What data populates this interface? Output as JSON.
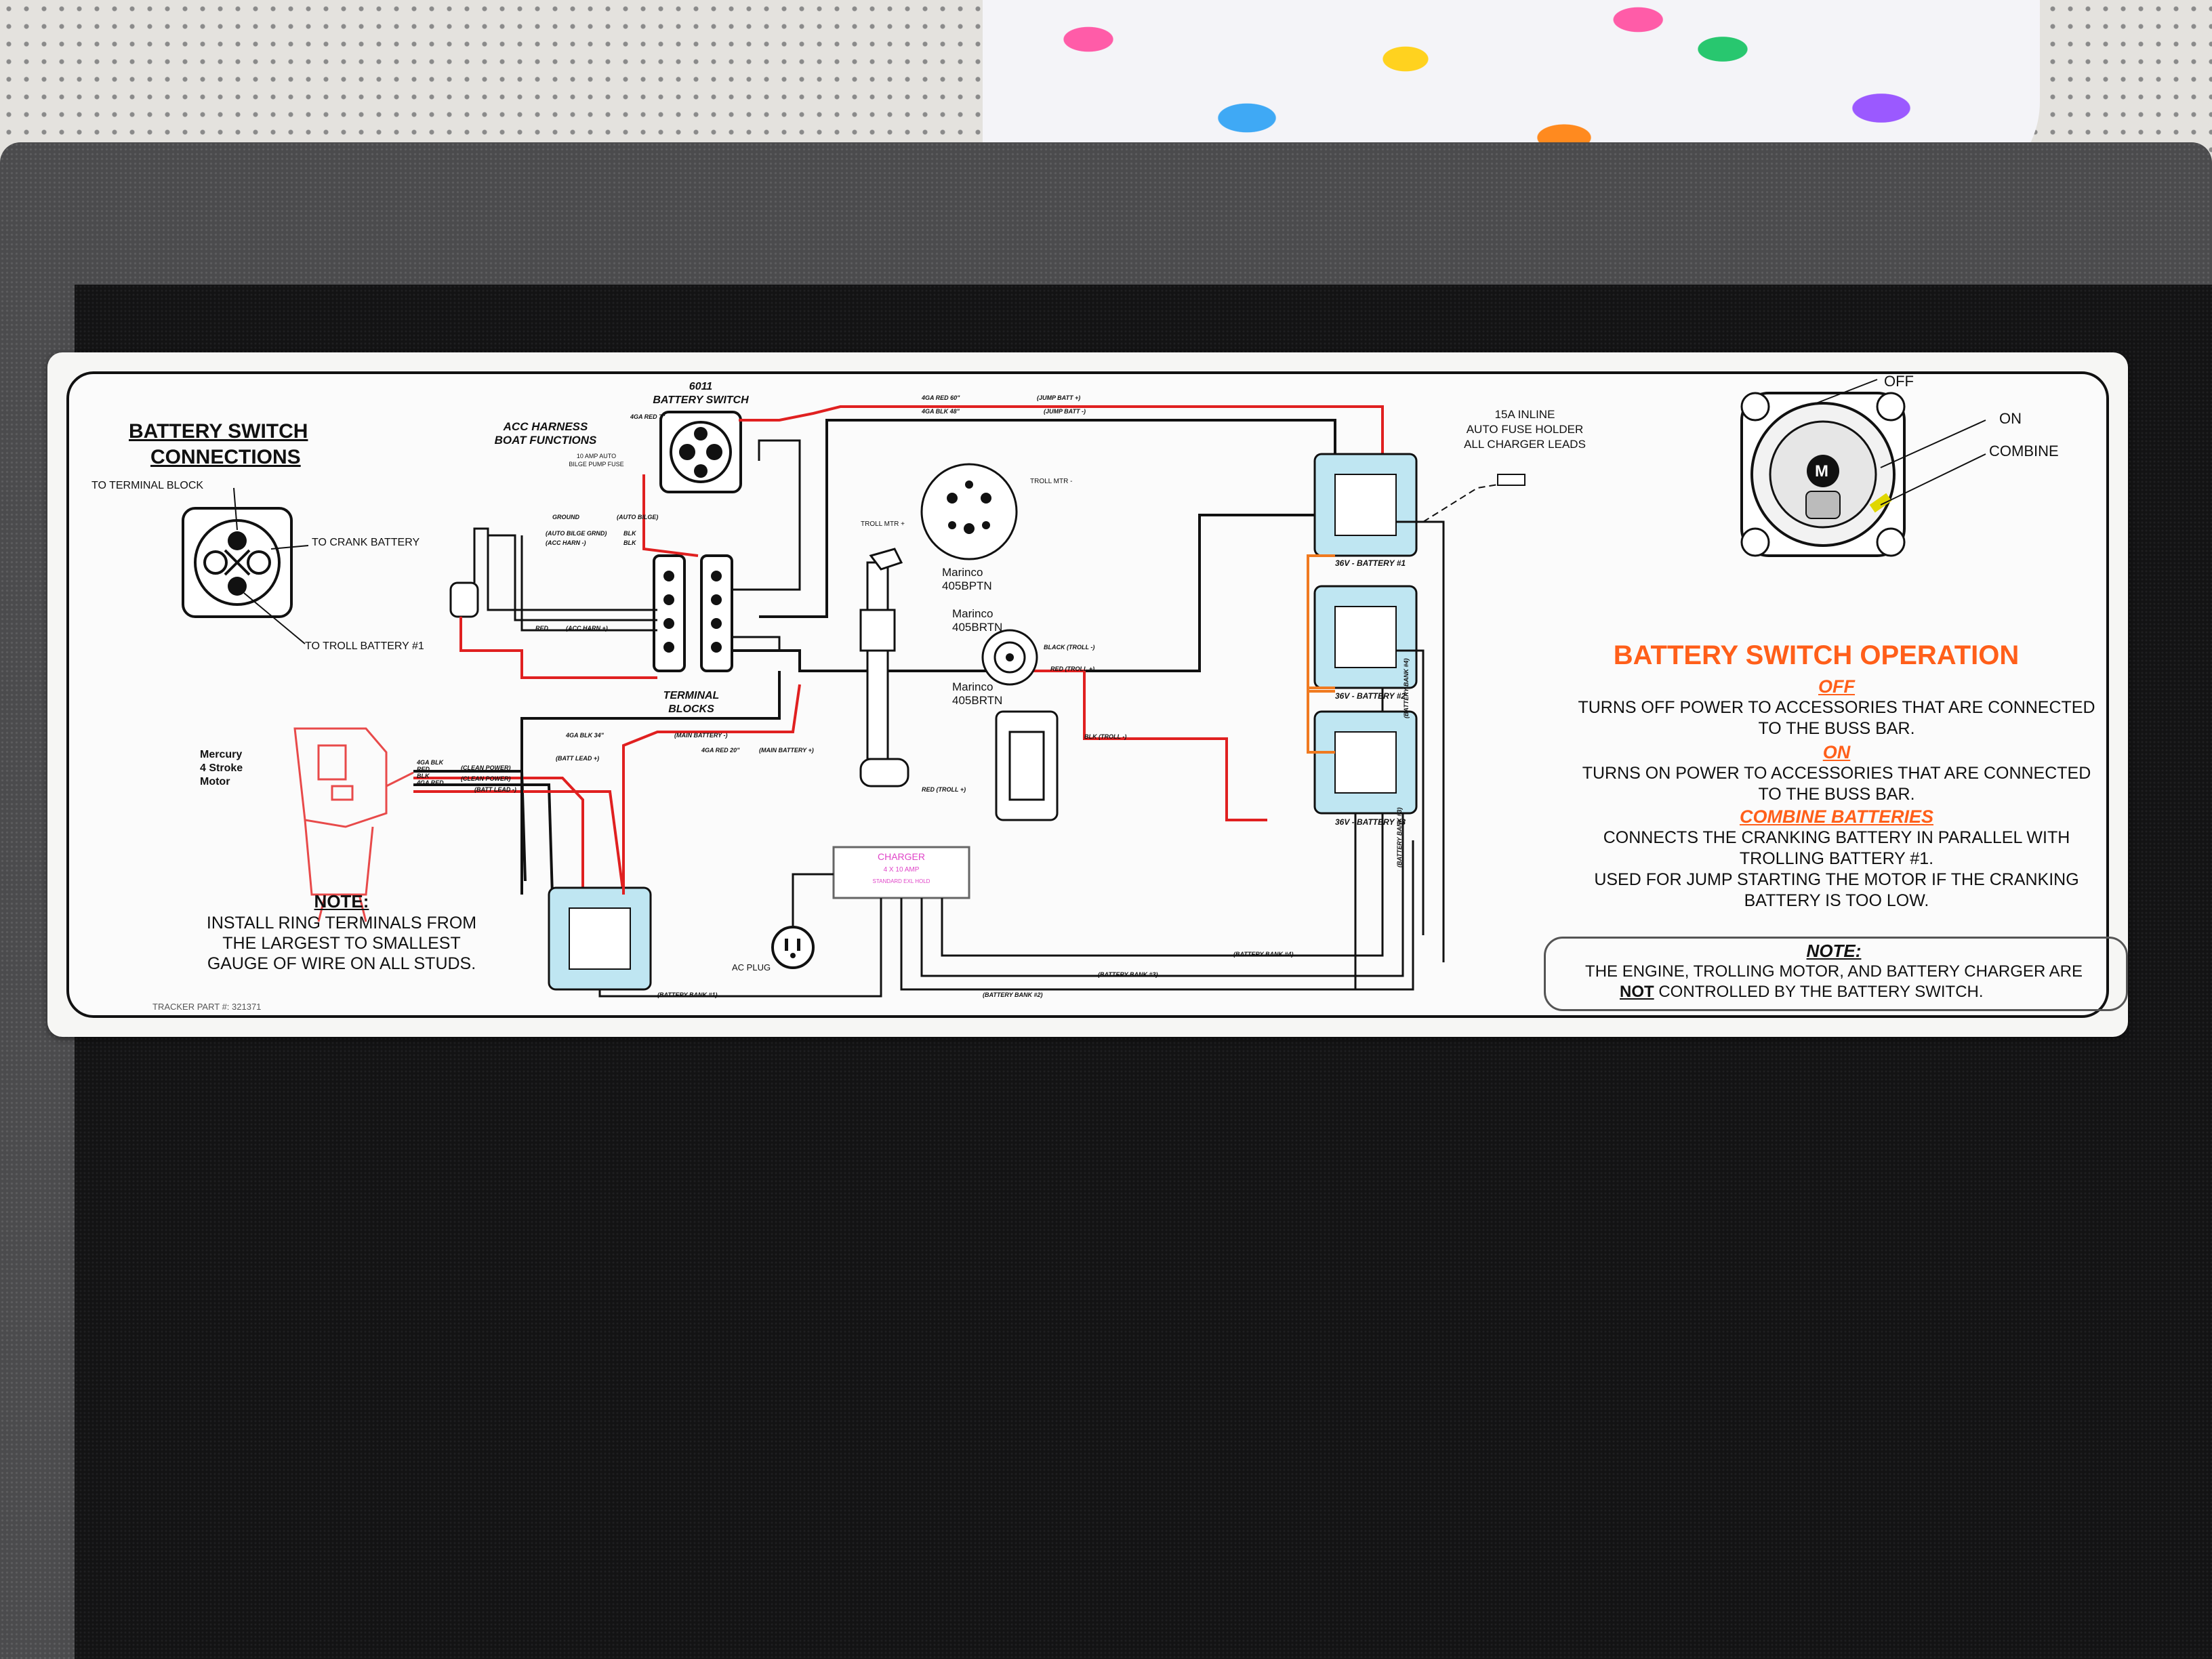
{
  "left_section": {
    "title_line1": "BATTERY SWITCH",
    "title_line2": "CONNECTIONS",
    "to_terminal_block": "TO TERMINAL BLOCK",
    "to_crank_battery": "TO CRANK BATTERY",
    "to_troll_battery": "TO TROLL BATTERY #1",
    "motor_line1": "Mercury",
    "motor_line2": "4 Stroke",
    "motor_line3": "Motor",
    "note_title": "NOTE:",
    "note_line1": "INSTALL RING TERMINALS FROM",
    "note_line2": "THE LARGEST TO SMALLEST",
    "note_line3": "GAUGE OF WIRE ON ALL STUDS.",
    "part_number": "TRACKER PART #: 321371"
  },
  "diagram": {
    "acc_harness_line1": "ACC HARNESS",
    "acc_harness_line2": "BOAT FUNCTIONS",
    "switch_line1": "6011",
    "switch_line2": "BATTERY SWITCH",
    "fuse_10amp_line1": "10 AMP AUTO",
    "fuse_10amp_line2": "BILGE PUMP FUSE",
    "terminal_blocks_line1": "TERMINAL",
    "terminal_blocks_line2": "BLOCKS",
    "inline_fuse_line1": "15A INLINE",
    "inline_fuse_line2": "AUTO FUSE HOLDER",
    "inline_fuse_line3": "ALL CHARGER LEADS",
    "troll_mtr_plus": "TROLL MTR +",
    "troll_mtr_minus": "TROLL MTR -",
    "marinco1_line1": "Marinco",
    "marinco1_line2": "405BPTN",
    "marinco2_line1": "Marinco",
    "marinco2_line2": "405BRTN",
    "marinco3_line1": "Marinco",
    "marinco3_line2": "405BRTN",
    "charger_line1": "CHARGER",
    "charger_line2": "4 X 10 AMP",
    "charger_line3": "STANDARD EXL HOLD",
    "ac_plug": "AC PLUG",
    "battery1": "36V - BATTERY #1",
    "battery2": "36V - BATTERY #2",
    "battery3": "36V - BATTERY #3",
    "wire_4ga_red_top": "4GA RED 60\"",
    "wire_jump_batt_plus": "(JUMP BATT +)",
    "wire_4ga_blk_top": "4GA BLK 48\"",
    "wire_jump_batt_minus": "(JUMP BATT -)",
    "wire_4ga_red_sw": "4GA RED 7\"",
    "wire_ground": "GROUND",
    "wire_auto_bilge": "(AUTO BILGE)",
    "wire_auto_bilge_grnd": "(AUTO BILGE GRND)",
    "wire_acc_harn_minus": "(ACC HARN -)",
    "wire_blk": "BLK",
    "wire_red": "RED",
    "wire_acc_harn_plus": "(ACC HARN +)",
    "wire_black_troll_minus": "BLACK (TROLL -)",
    "wire_red_troll_plus": "RED (TROLL +)",
    "wire_blk_troll_minus": "BLK (TROLL -)",
    "wire_red_troll_plus_2": "RED (TROLL +)",
    "wire_4ga_blk_34": "4GA BLK 34\"",
    "wire_main_battery_minus": "(MAIN BATTERY -)",
    "wire_4ga_red_20": "4GA RED 20\"",
    "wire_main_battery_plus": "(MAIN BATTERY +)",
    "wire_clean_power": "(CLEAN POWER)",
    "wire_batt_lead_minus": "(BATT LEAD -)",
    "wire_batt_lead_plus": "(BATT LEAD +)",
    "wire_clean_power_2": "(CLEAN POWER)",
    "wire_4ga_blk_m": "4GA BLK",
    "wire_4ga_red_m": "4GA RED",
    "bank1": "(BATTERY BANK #1)",
    "bank2": "(BATTERY BANK #2)",
    "bank3": "(BATTERY BANK #3)",
    "bank4": "(BATTERY BANK #4)",
    "bank_vertical_1": "(BATTERY BANK #4)",
    "bank_vertical_2": "(BATTERY BANK #3)"
  },
  "right_section": {
    "label_off": "OFF",
    "label_on": "ON",
    "label_combine": "COMBINE",
    "knob_letter": "M",
    "operation_title": "BATTERY SWITCH OPERATION",
    "off_heading": "OFF",
    "off_line1": "TURNS OFF POWER TO ACCESSORIES THAT ARE CONNECTED",
    "off_line2": "TO THE BUSS BAR.",
    "on_heading": "ON",
    "on_line1": "TURNS ON POWER TO ACCESSORIES THAT ARE CONNECTED",
    "on_line2": "TO THE BUSS BAR.",
    "combine_heading": "COMBINE BATTERIES",
    "combine_line1": "CONNECTS THE CRANKING BATTERY IN PARALLEL WITH",
    "combine_line2": "TROLLING BATTERY #1.",
    "combine_line3": "USED FOR JUMP STARTING THE MOTOR IF THE CRANKING",
    "combine_line4": "BATTERY IS TOO LOW.",
    "note_title": "NOTE:",
    "note_line1": "THE ENGINE, TROLLING MOTOR, AND BATTERY CHARGER ARE",
    "note_not": "NOT",
    "note_line2_rest": " CONTROLLED BY THE BATTERY SWITCH."
  },
  "colors": {
    "wire_red": "#e02020",
    "wire_black": "#111111",
    "wire_orange": "#f07a20",
    "heading_orange": "#ff5f1a",
    "charger_pink": "#e044c8",
    "battery_cyan": "#bfe6f2"
  }
}
